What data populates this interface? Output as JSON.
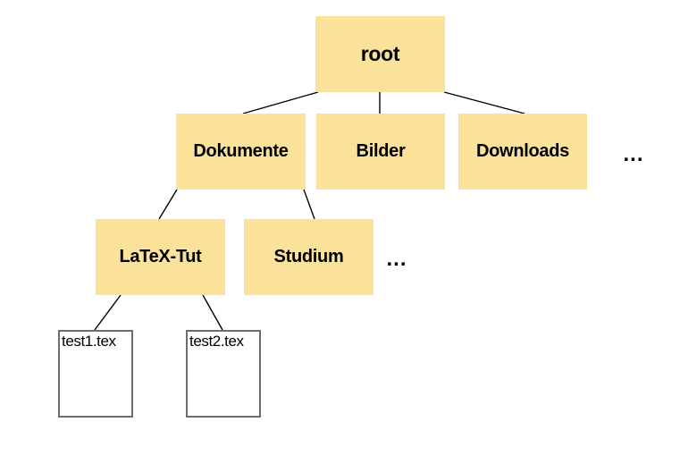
{
  "diagram": {
    "type": "tree",
    "colors": {
      "folder_fill": "#FBE29A",
      "file_fill": "#FFFFFF",
      "file_border": "#6E6E6E",
      "edge": "#000000",
      "text": "#000000",
      "background": "#FFFFFF"
    },
    "nodes": {
      "root": {
        "label": "root",
        "type": "folder"
      },
      "dokumente": {
        "label": "Dokumente",
        "type": "folder"
      },
      "bilder": {
        "label": "Bilder",
        "type": "folder"
      },
      "downloads": {
        "label": "Downloads",
        "type": "folder"
      },
      "more_level1": {
        "label": "...",
        "type": "ellipsis"
      },
      "latex_tut": {
        "label": "LaTeX-Tut",
        "type": "folder"
      },
      "studium": {
        "label": "Studium",
        "type": "folder"
      },
      "more_level2": {
        "label": "...",
        "type": "ellipsis"
      },
      "test1": {
        "label": "test1.tex",
        "type": "file"
      },
      "test2": {
        "label": "test2.tex",
        "type": "file"
      }
    },
    "edges": [
      {
        "from": "root",
        "to": "Dokumente"
      },
      {
        "from": "root",
        "to": "Bilder"
      },
      {
        "from": "root",
        "to": "Downloads"
      },
      {
        "from": "Dokumente",
        "to": "LaTeX-Tut"
      },
      {
        "from": "Dokumente",
        "to": "Studium"
      },
      {
        "from": "LaTeX-Tut",
        "to": "test1.tex"
      },
      {
        "from": "LaTeX-Tut",
        "to": "test2.tex"
      }
    ]
  }
}
